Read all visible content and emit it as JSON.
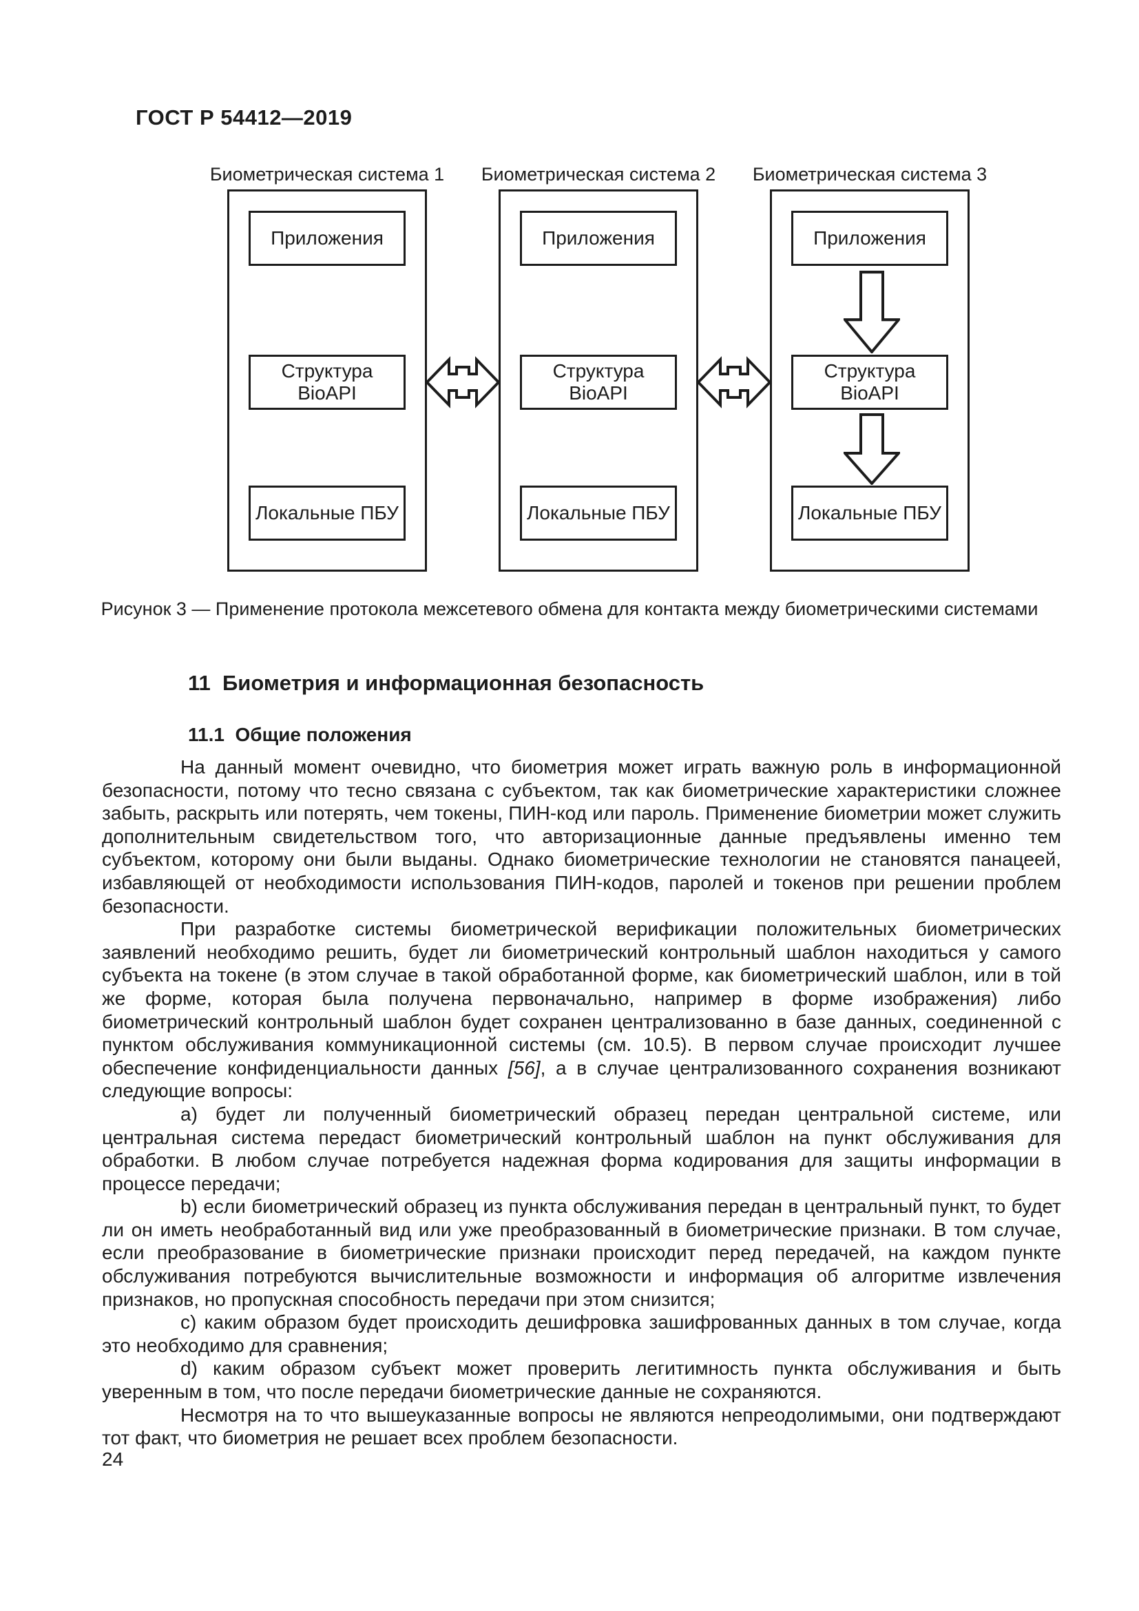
{
  "document": {
    "code": "ГОСТ Р 54412—2019",
    "page_number": "24"
  },
  "figure": {
    "caption": "Рисунок 3 — Применение протокола межсетевого обмена для контакта между биометрическими системами",
    "systems": [
      {
        "title": "Биометрическая система 1",
        "app_box": "Приложения",
        "bioapi_box": "Структура BioAPI",
        "pbu_box": "Локальные ПБУ"
      },
      {
        "title": "Биометрическая система 2",
        "app_box": "Приложения",
        "bioapi_box": "Структура BioAPI",
        "pbu_box": "Локальные ПБУ"
      },
      {
        "title": "Биометрическая система 3",
        "app_box": "Приложения",
        "bioapi_box": "Структура BioAPI",
        "pbu_box": "Локальные ПБУ"
      }
    ]
  },
  "section": {
    "heading": "11  Биометрия и информационная безопасность",
    "subheading": "11.1  Общие положения"
  },
  "body": {
    "paragraphs": [
      [
        {
          "t": "На данный момент очевидно, что биометрия может играть важную роль в информационной безопасности, потому что тесно связана с субъектом, так как биометрические характеристики сложнее забыть, раскрыть или потерять, чем токены, ПИН-код или пароль. Применение биометрии может служить дополнительным свидетельством того, что авторизационные данные предъявлены именно тем субъектом, которому они были выданы. Однако биометрические технологии не становятся панацеей, избавляющей от необходимости использования ПИН-кодов, паролей и токенов при решении проблем безопасности."
        }
      ],
      [
        {
          "t": "При разработке системы биометрической верификации положительных биометрических заявлений необходимо решить, будет ли биометрический контрольный шаблон находиться у самого субъекта на токене (в этом случае в такой обработанной форме, как биометрический шаблон, или в той же форме, которая была получена первоначально, например в форме изображения) либо биометрический контрольный шаблон будет сохранен централизованно в базе данных, соединенной с пунктом обслуживания коммуникационной системы (см. 10.5). В первом случае происходит лучшее обеспечение конфиденциальности данных "
        },
        {
          "t": "[56]",
          "i": true
        },
        {
          "t": ", а в случае централизованного сохранения возникают следующие вопросы:"
        }
      ],
      [
        {
          "t": "a) будет ли полученный биометрический образец передан центральной системе, или центральная система передаст биометрический контрольный шаблон на пункт обслуживания для обработки. В любом случае потребуется надежная форма кодирования для защиты информации в процессе передачи;"
        }
      ],
      [
        {
          "t": "b) если биометрический образец из пункта обслуживания передан в центральный пункт, то будет ли он иметь необработанный вид или уже преобразованный в биометрические признаки. В том случае, если преобразование в биометрические признаки происходит перед передачей, на каждом пункте обслуживания потребуются вычислительные возможности и информация об алгоритме извлечения признаков, но пропускная способность передачи при этом снизится;"
        }
      ],
      [
        {
          "t": "c) каким образом будет происходить дешифровка зашифрованных данных в том случае, когда это необходимо для сравнения;"
        }
      ],
      [
        {
          "t": "d) каким образом субъект может проверить легитимность пункта обслуживания и быть уверенным в том, что после передачи биометрические данные не сохраняются."
        }
      ],
      [
        {
          "t": "Несмотря на то что вышеуказанные вопросы не являются непреодолимыми, они подтверждают тот факт, что биометрия не решает всех проблем безопасности."
        }
      ]
    ]
  }
}
